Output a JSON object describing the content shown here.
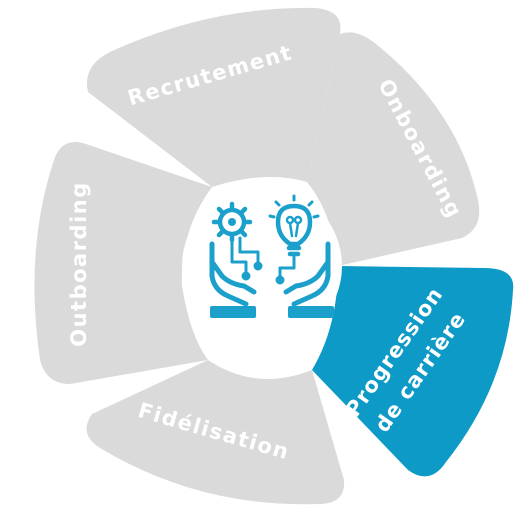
{
  "segments": [
    {
      "key": "recrutement",
      "label": "Recrutement",
      "active": false
    },
    {
      "key": "onboarding",
      "label": "Onboarding",
      "active": false
    },
    {
      "key": "progression",
      "label_line1": "Progression",
      "label_line2": "de carrière",
      "active": true
    },
    {
      "key": "fidelisation",
      "label": "Fidélisation",
      "active": false
    },
    {
      "key": "outboarding",
      "label": "Outboarding",
      "active": false
    }
  ],
  "colors": {
    "segment_inactive": "#dadada",
    "segment_active": "#0d9ac6",
    "label_text": "#ffffff",
    "center_fill": "#ffffff",
    "icon": "#1ba0cc"
  },
  "center_icon": "hands-gear-lightbulb-icon"
}
